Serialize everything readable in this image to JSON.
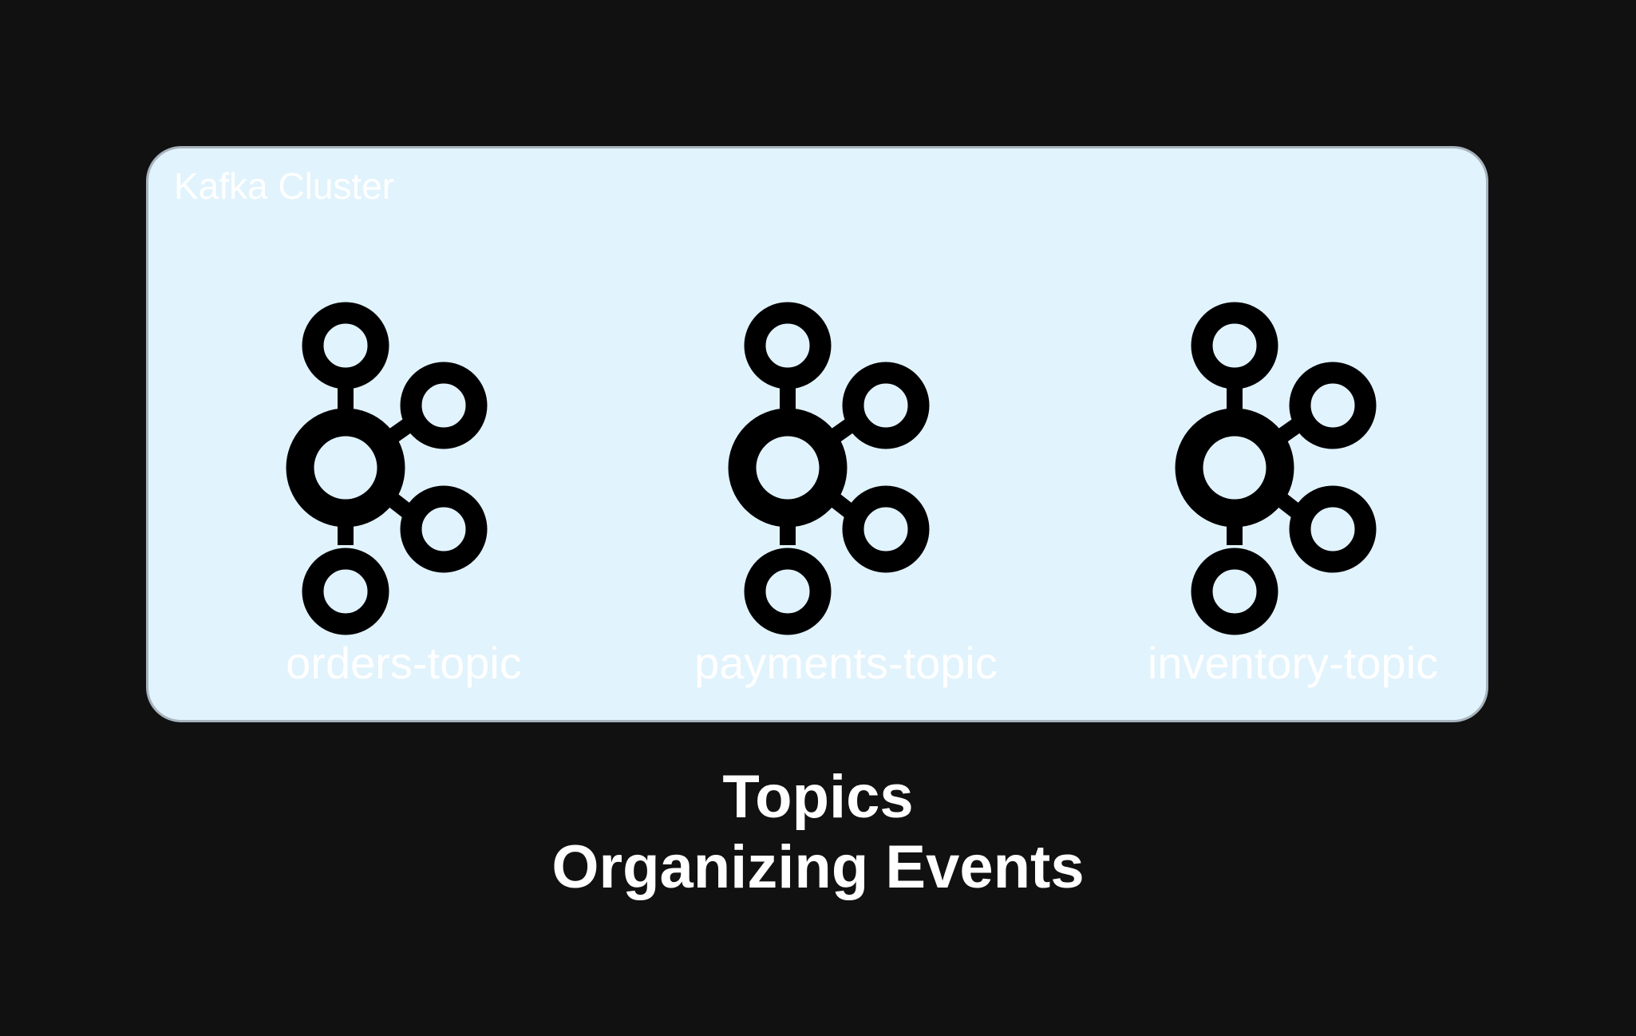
{
  "cluster": {
    "label": "Kafka Cluster"
  },
  "topics": [
    {
      "label": "orders-topic",
      "icon": "kafka-icon"
    },
    {
      "label": "payments-topic",
      "icon": "kafka-icon"
    },
    {
      "label": "inventory-topic",
      "icon": "kafka-icon"
    }
  ],
  "caption": {
    "line1": "Topics",
    "line2": "Organizing Events"
  },
  "colors": {
    "background": "#111111",
    "cluster_fill": "#e1f3fc",
    "cluster_border": "#a7b3bd",
    "icon": "#000000",
    "text": "#ffffff"
  }
}
